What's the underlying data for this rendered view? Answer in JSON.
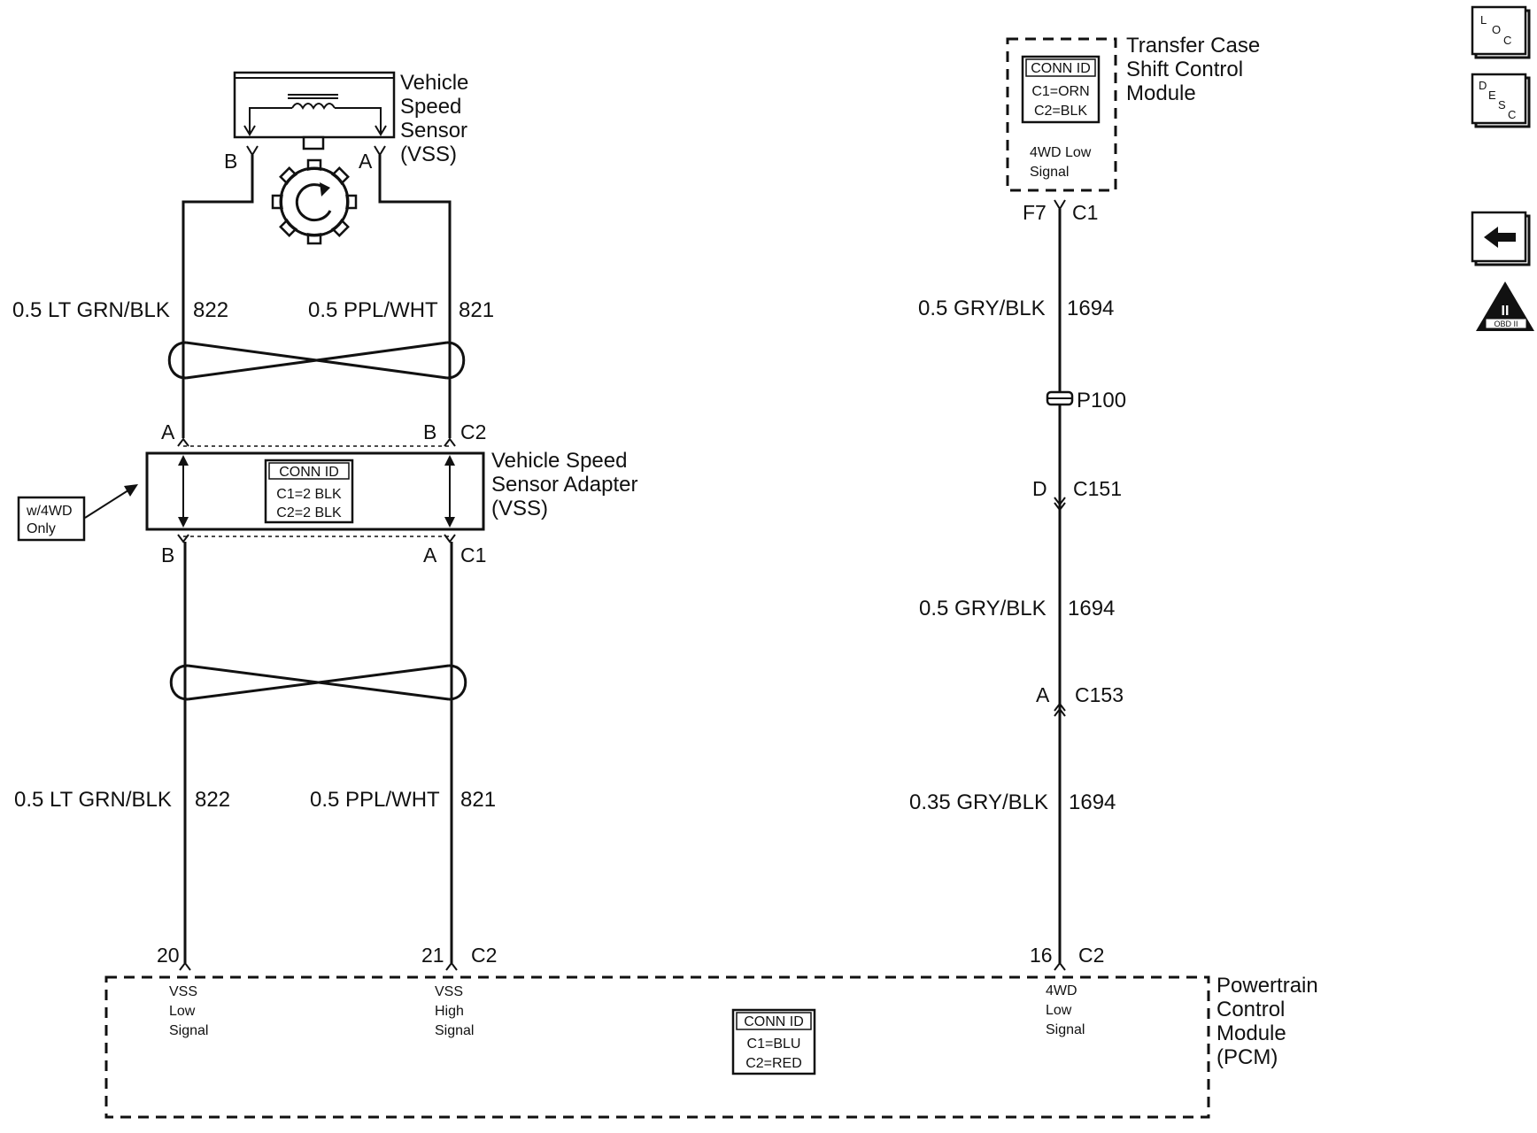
{
  "vss": {
    "name_line1": "Vehicle",
    "name_line2": "Speed",
    "name_line3": "Sensor",
    "name_line4": "(VSS)",
    "pin_b": "B",
    "pin_a": "A"
  },
  "upper_wires": {
    "left_spec": "0.5 LT GRN/BLK",
    "left_circuit": "822",
    "right_spec": "0.5 PPL/WHT",
    "right_circuit": "821"
  },
  "adapter": {
    "top_pin_left": "A",
    "top_pin_right": "B",
    "top_connector": "C2",
    "name_line1": "Vehicle Speed",
    "name_line2": "Sensor Adapter",
    "name_line3": "(VSS)",
    "conn_id_title": "CONN ID",
    "conn_c1": "C1=2 BLK",
    "conn_c2": "C2=2 BLK",
    "note_line1": "w/4WD",
    "note_line2": "Only",
    "bottom_pin_left": "B",
    "bottom_pin_right": "A",
    "bottom_connector": "C1"
  },
  "lower_wires": {
    "left_spec": "0.5 LT GRN/BLK",
    "left_circuit": "822",
    "right_spec": "0.5 PPL/WHT",
    "right_circuit": "821"
  },
  "transfer_case": {
    "name_line1": "Transfer Case",
    "name_line2": "Shift Control",
    "name_line3": "Module",
    "conn_id_title": "CONN ID",
    "conn_c1": "C1=ORN",
    "conn_c2": "C2=BLK",
    "signal_line1": "4WD Low",
    "signal_line2": "Signal",
    "pin": "F7",
    "connector": "C1"
  },
  "right_wire": {
    "seg1_spec": "0.5 GRY/BLK",
    "seg1_circuit": "1694",
    "splice": "P100",
    "c151_pin": "D",
    "c151": "C151",
    "seg2_spec": "0.5 GRY/BLK",
    "seg2_circuit": "1694",
    "c153_pin": "A",
    "c153": "C153",
    "seg3_spec": "0.35 GRY/BLK",
    "seg3_circuit": "1694"
  },
  "pcm": {
    "pin_20": "20",
    "pin_21": "21",
    "pin_21_connector": "C2",
    "pin_16": "16",
    "pin_16_connector": "C2",
    "vss_low_1": "VSS",
    "vss_low_2": "Low",
    "vss_low_3": "Signal",
    "vss_high_1": "VSS",
    "vss_high_2": "High",
    "vss_high_3": "Signal",
    "wd_low_1": "4WD",
    "wd_low_2": "Low",
    "wd_low_3": "Signal",
    "conn_id_title": "CONN ID",
    "conn_c1": "C1=BLU",
    "conn_c2": "C2=RED",
    "name_line1": "Powertrain",
    "name_line2": "Control",
    "name_line3": "Module",
    "name_line4": "(PCM)"
  },
  "nav_icons": {
    "loc_l": "L",
    "loc_o": "O",
    "loc_c": "C",
    "desc_d": "D",
    "desc_e": "E",
    "desc_s": "S",
    "desc_c": "C",
    "obd_numeral": "II",
    "obd_label": "OBD II"
  }
}
